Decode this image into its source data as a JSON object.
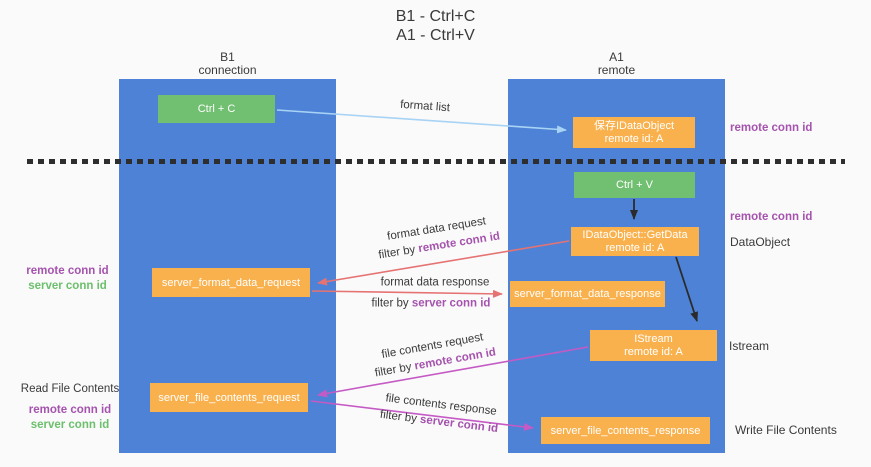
{
  "title": {
    "line1": "B1 - Ctrl+C",
    "line2": "A1 - Ctrl+V"
  },
  "lifelines": {
    "b1": {
      "name": "B1",
      "sub": "connection"
    },
    "a1": {
      "name": "A1",
      "sub": "remote"
    }
  },
  "boxes": {
    "ctrl_c": {
      "label": "Ctrl + C"
    },
    "ctrl_v": {
      "label": "Ctrl + V"
    },
    "save_dataobject": {
      "line1": "保存IDataObject",
      "line2": "remote id: A"
    },
    "getdata": {
      "line1": "IDataObject::GetData",
      "line2": "remote id: A"
    },
    "istream": {
      "line1": "IStream",
      "line2": "remote id: A"
    },
    "server_format_data_request": {
      "label": "server_format_data_request"
    },
    "server_format_data_response": {
      "label": "server_format_data_response"
    },
    "server_file_contents_request": {
      "label": "server_file_contents_request"
    },
    "server_file_contents_response": {
      "label": "server_file_contents_response"
    }
  },
  "arrows": {
    "format_list": {
      "label": "format list"
    },
    "format_data_request": {
      "label": "format data request",
      "filter_prefix": "filter by",
      "filter_key": "remote conn id"
    },
    "format_data_response": {
      "label": "format data response",
      "filter_prefix": "filter by",
      "filter_key": "server conn id"
    },
    "file_contents_request": {
      "label": "file contents request",
      "filter_prefix": "filter by",
      "filter_key": "remote conn id"
    },
    "file_contents_response": {
      "label": "file contents response",
      "filter_prefix": "filter by",
      "filter_key": "server conn id"
    }
  },
  "side_labels": {
    "right_top_remote_conn_id": "remote conn id",
    "right_mid_remote_conn_id": "remote conn id",
    "right_dataobject": "DataObject",
    "right_istream": "Istream",
    "right_write_file_contents": "Write File Contents",
    "left_remote_conn_id_1": "remote conn id",
    "left_server_conn_id_1": "server conn id",
    "left_read_file_contents": "Read File Contents",
    "left_remote_conn_id_2": "remote conn id",
    "left_server_conn_id_2": "server conn id"
  },
  "colors": {
    "lifeline_blue": "#4d82d6",
    "box_orange": "#f9b14e",
    "box_green": "#71bf70",
    "arrow_lightblue": "#a8d3f5",
    "arrow_red": "#e67373",
    "arrow_magenta": "#c55ac5",
    "arrow_black": "#2b2b2b",
    "label_purple": "#a553ae",
    "label_green": "#6cbf6c"
  }
}
